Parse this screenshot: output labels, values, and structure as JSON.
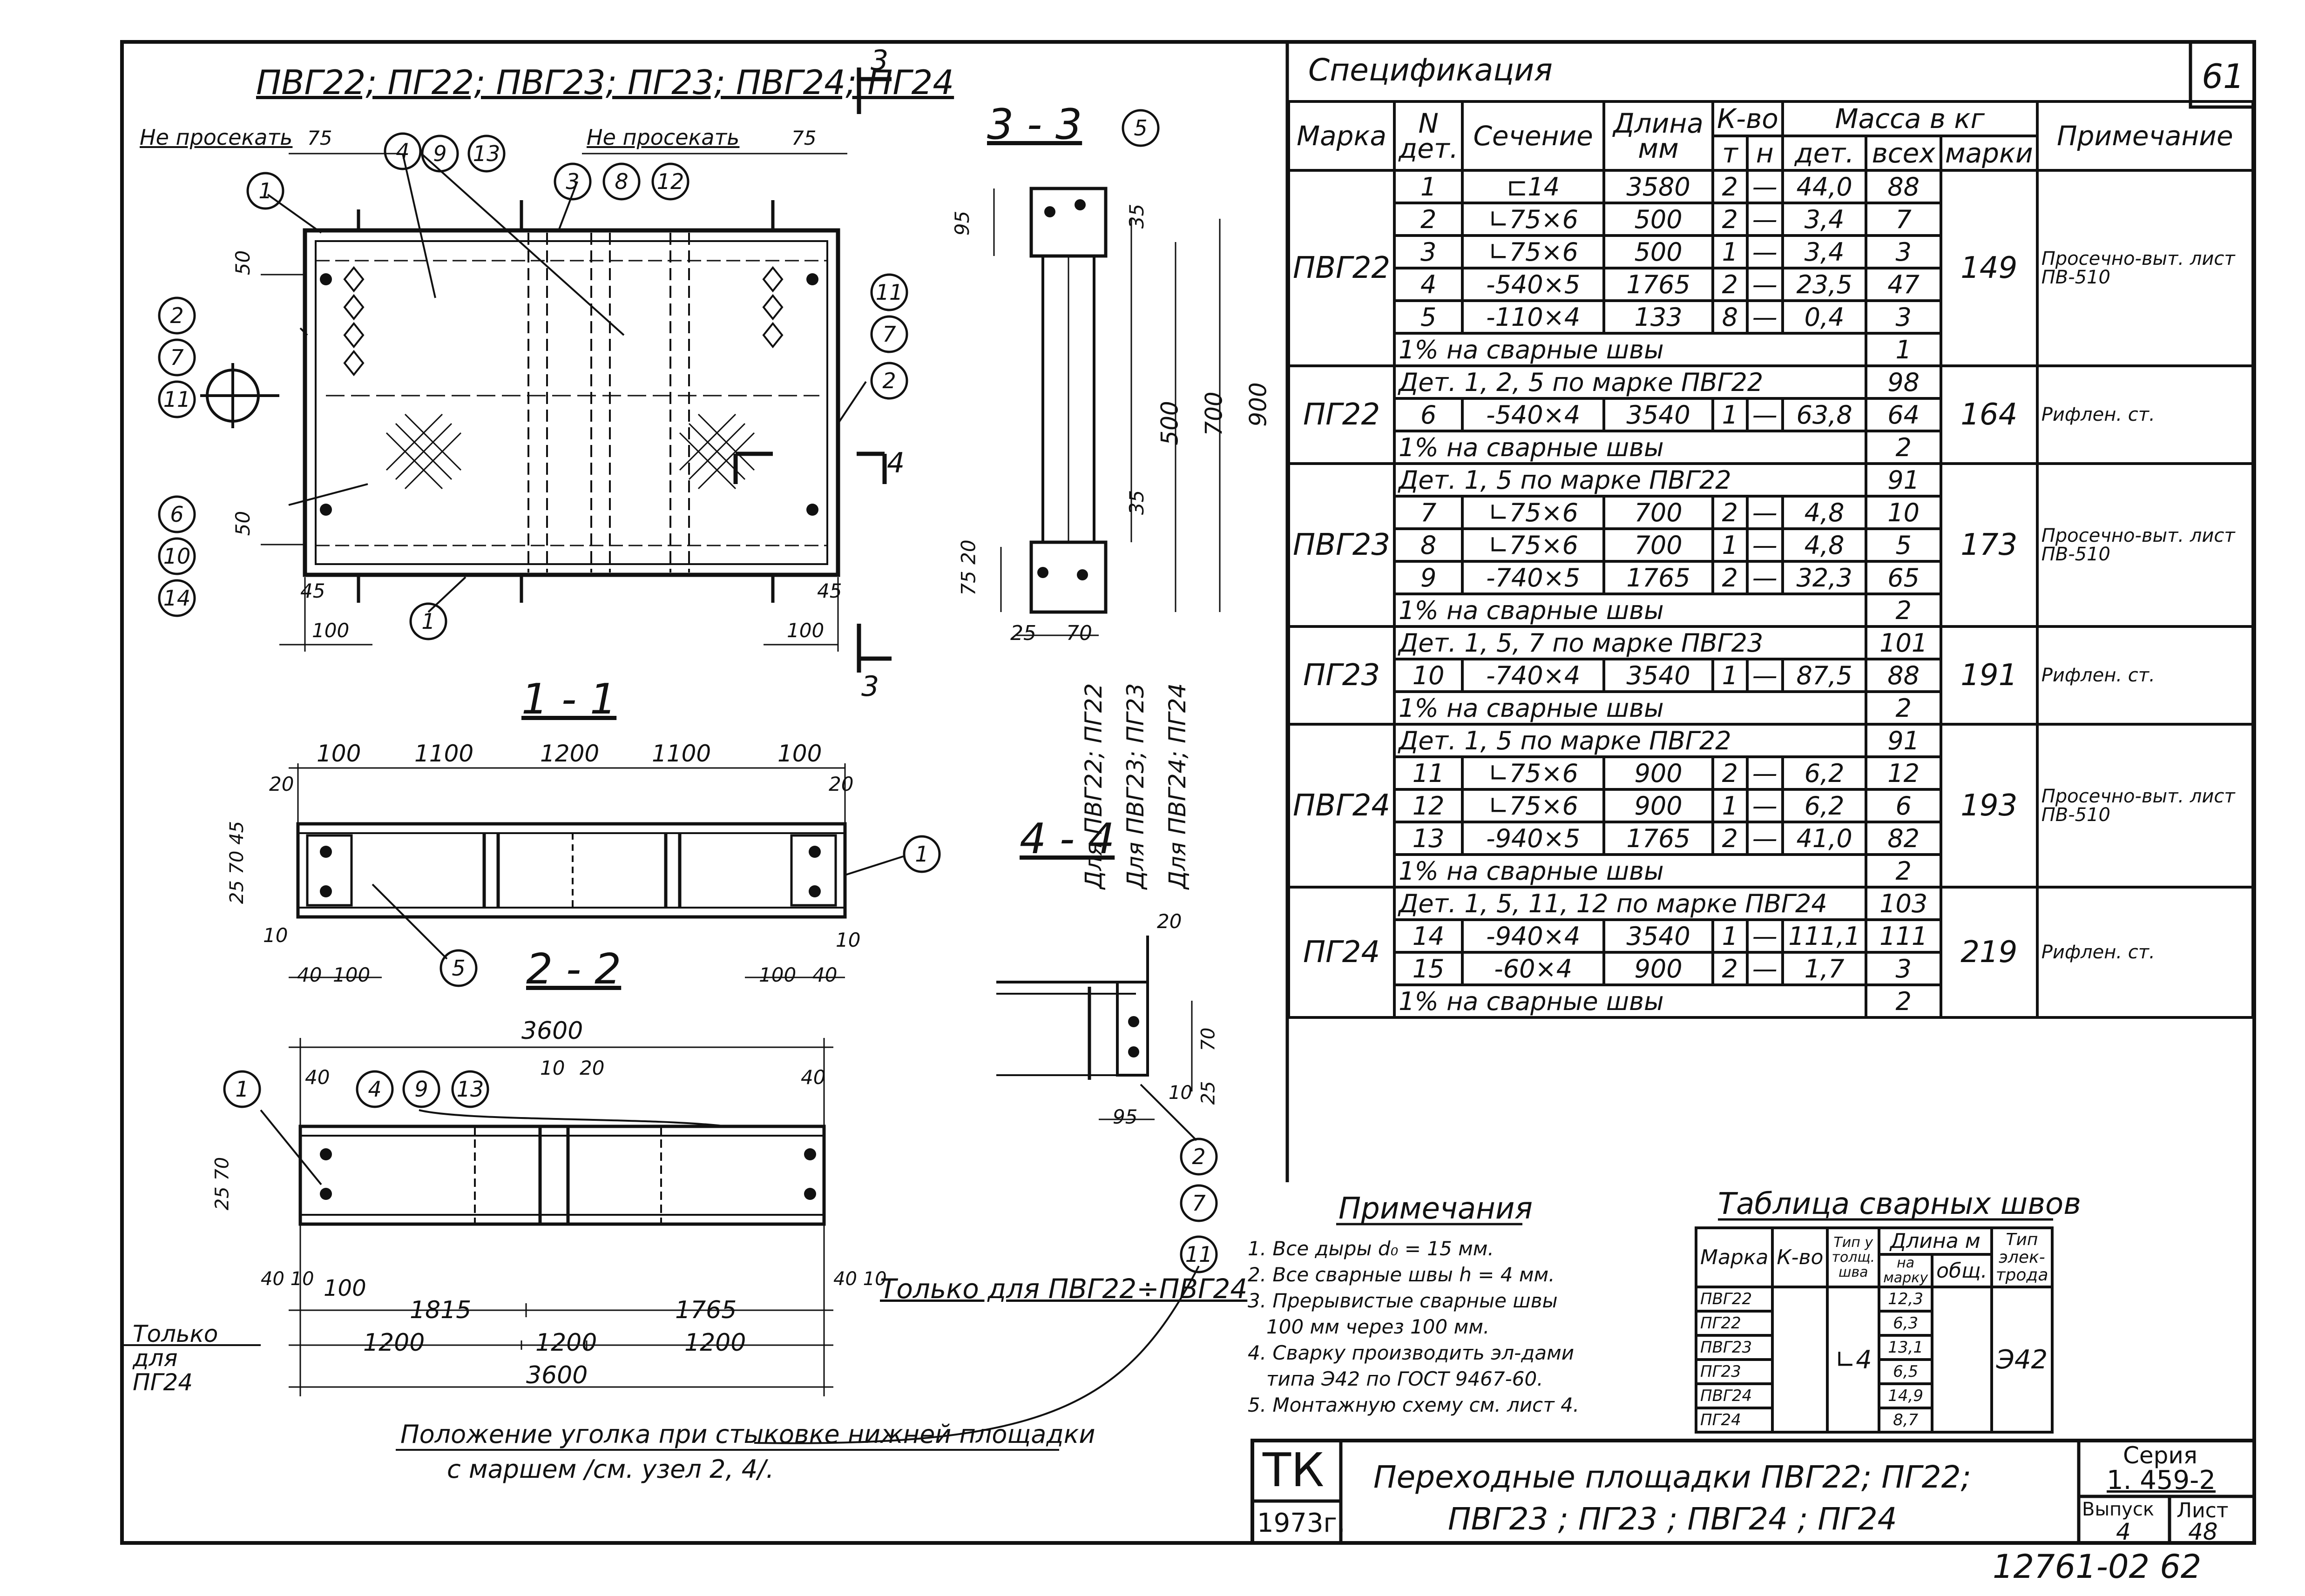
{
  "sheet": {
    "number": "61",
    "archive": "12761-02  62"
  },
  "drawing": {
    "title": "ПВГ22; ПГ22; ПВГ23; ПГ23; ПВГ24; ПГ24",
    "no_cut_left": "Не просекать",
    "no_cut_right": "Не просекать",
    "section_1_1": "1 - 1",
    "section_2_2": "2 - 2",
    "section_3_3": "3 - 3",
    "section_4_4": "4 - 4",
    "dims_plan": {
      "d75a": "75",
      "d75b": "75",
      "d50a": "50",
      "d50b": "50",
      "d45a": "45",
      "d45b": "45",
      "d100a": "100",
      "d100b": "100"
    },
    "dims_11": [
      "100",
      "1100",
      "1200",
      "1100",
      "100"
    ],
    "dims_11_extra": {
      "d20a": "20",
      "d20b": "20",
      "d10a": "10",
      "d10b": "10",
      "d40a": "40",
      "d40b": "40",
      "d100c": "100",
      "d100d": "100",
      "d257045": "25 70 45"
    },
    "dims_22": {
      "total_top": "3600",
      "d40a": "40",
      "d40b": "40",
      "d10": "10",
      "d20": "20",
      "d100": "100",
      "d1815": "1815",
      "d1765": "1765",
      "d1200a": "1200",
      "d1200b": "1200",
      "d1200c": "1200",
      "total_bottom": "3600",
      "d4010a": "40 10",
      "d4010b": "40 10",
      "d2570": "25 70"
    },
    "dims_33": {
      "d95": "95",
      "d35a": "35",
      "d35b": "35",
      "d500": "500",
      "d700": "700",
      "d900": "900",
      "d7520": "75 20",
      "d25": "25",
      "d70": "70"
    },
    "for_labels": [
      "Для ПВГ22; ПГ22",
      "Для ПВГ23; ПГ23",
      "Для ПВГ24; ПГ24"
    ],
    "dims_44": {
      "d20": "20",
      "d70": "70",
      "d25": "25",
      "d10": "10",
      "d95": "95"
    },
    "only_pvg": "Только для ПВГ22÷ПВГ24",
    "only_pg24": "Только для ПГ24",
    "position_note_1": "Положение уголка при стыковке нижней площадки",
    "position_note_2": "с маршем /см. узел 2, 4/.",
    "callouts": [
      "1",
      "4",
      "9",
      "13",
      "3",
      "8",
      "12",
      "2",
      "7",
      "11",
      "6",
      "10",
      "14",
      "5",
      "3",
      "4"
    ],
    "section_marks": {
      "m3": "3",
      "m4": "4"
    }
  },
  "spec": {
    "title": "Спецификация",
    "headers": {
      "mark": "Марка",
      "num": "N дет.",
      "section": "Сечение",
      "length": "Длина мм",
      "qty": "К-во",
      "qty_t": "т",
      "qty_n": "н",
      "mass": "Масса в кг",
      "mass_det": "дет.",
      "mass_all": "всех",
      "mass_mark": "марки",
      "note": "Примечание"
    },
    "groups": [
      {
        "mark": "ПВГ22",
        "mark_mass": "149",
        "note": "Просечно-выт. лист ПВ-510",
        "rows": [
          [
            "1",
            "⊏14",
            "3580",
            "2",
            "—",
            "44,0",
            "88"
          ],
          [
            "2",
            "∟75×6",
            "500",
            "2",
            "—",
            "3,4",
            "7"
          ],
          [
            "3",
            "∟75×6",
            "500",
            "1",
            "—",
            "3,4",
            "3"
          ],
          [
            "4",
            "-540×5",
            "1765",
            "2",
            "—",
            "23,5",
            "47"
          ],
          [
            "5",
            "-110×4",
            "133",
            "8",
            "—",
            "0,4",
            "3"
          ]
        ],
        "weld": "1% на сварные швы",
        "weld_val": "1"
      },
      {
        "mark": "ПГ22",
        "mark_mass": "164",
        "note": "Рифлен. ст.",
        "ref": "Дет. 1, 2, 5  по марке  ПВГ22",
        "ref_val": "98",
        "rows": [
          [
            "6",
            "-540×4",
            "3540",
            "1",
            "—",
            "63,8",
            "64"
          ]
        ],
        "weld": "1% на сварные швы",
        "weld_val": "2"
      },
      {
        "mark": "ПВГ23",
        "mark_mass": "173",
        "note": "Просечно-выт. лист ПВ-510",
        "ref": "Дет. 1, 5  по марке  ПВГ22",
        "ref_val": "91",
        "rows": [
          [
            "7",
            "∟75×6",
            "700",
            "2",
            "—",
            "4,8",
            "10"
          ],
          [
            "8",
            "∟75×6",
            "700",
            "1",
            "—",
            "4,8",
            "5"
          ],
          [
            "9",
            "-740×5",
            "1765",
            "2",
            "—",
            "32,3",
            "65"
          ]
        ],
        "weld": "1% на сварные швы",
        "weld_val": "2"
      },
      {
        "mark": "ПГ23",
        "mark_mass": "191",
        "note": "Рифлен. ст.",
        "ref": "Дет. 1, 5, 7  по марке  ПВГ23",
        "ref_val": "101",
        "rows": [
          [
            "10",
            "-740×4",
            "3540",
            "1",
            "—",
            "87,5",
            "88"
          ]
        ],
        "weld": "1% на сварные швы",
        "weld_val": "2"
      },
      {
        "mark": "ПВГ24",
        "mark_mass": "193",
        "note": "Просечно-выт. лист ПВ-510",
        "ref": "Дет. 1, 5  по марке  ПВГ22",
        "ref_val": "91",
        "rows": [
          [
            "11",
            "∟75×6",
            "900",
            "2",
            "—",
            "6,2",
            "12"
          ],
          [
            "12",
            "∟75×6",
            "900",
            "1",
            "—",
            "6,2",
            "6"
          ],
          [
            "13",
            "-940×5",
            "1765",
            "2",
            "—",
            "41,0",
            "82"
          ]
        ],
        "weld": "1% на сварные швы",
        "weld_val": "2"
      },
      {
        "mark": "ПГ24",
        "mark_mass": "219",
        "note": "Рифлен. ст.",
        "ref": "Дет. 1, 5, 11, 12  по марке  ПВГ24",
        "ref_val": "103",
        "rows": [
          [
            "14",
            "-940×4",
            "3540",
            "1",
            "—",
            "111,1",
            "111"
          ],
          [
            "15",
            "-60×4",
            "900",
            "2",
            "—",
            "1,7",
            "3"
          ]
        ],
        "weld": "1% на сварные швы",
        "weld_val": "2"
      }
    ]
  },
  "notes": {
    "title": "Примечания",
    "items": [
      "1. Все дыры d₀ = 15 мм.",
      "2. Все сварные швы h = 4 мм.",
      "3. Прерывистые сварные швы",
      "100 мм через 100 мм.",
      "4. Сварку производить эл-дами",
      "типа Э42 по ГОСТ 9467-60.",
      "5. Монтажную схему см. лист 4."
    ]
  },
  "weld_table": {
    "title": "Таблица сварных швов",
    "headers": {
      "mark": "Марка",
      "qty": "К-во",
      "type": "Тип у толщ. шва",
      "len": "Длина м",
      "len_mark": "на марку",
      "len_total": "общ.",
      "electrode": "Тип элек-трода"
    },
    "marks": [
      "ПВГ22",
      "ПГ22",
      "ПВГ23",
      "ПГ23",
      "ПВГ24",
      "ПГ24"
    ],
    "lengths": [
      "12,3",
      "6,3",
      "13,1",
      "6,5",
      "14,9",
      "8,7"
    ],
    "type": "∟4",
    "electrode": "Э42"
  },
  "stamp": {
    "org": "ТК",
    "year": "1973г.",
    "title_1": "Переходные  площадки  ПВГ22;  ПГ22;",
    "title_2": "ПВГ23 ;  ПГ23 ;  ПВГ24 ;  ПГ24",
    "series_label": "Серия",
    "series": "1. 459-2",
    "issue_label": "Выпуск",
    "issue": "4",
    "sheet_label": "Лист",
    "sheet": "48"
  }
}
